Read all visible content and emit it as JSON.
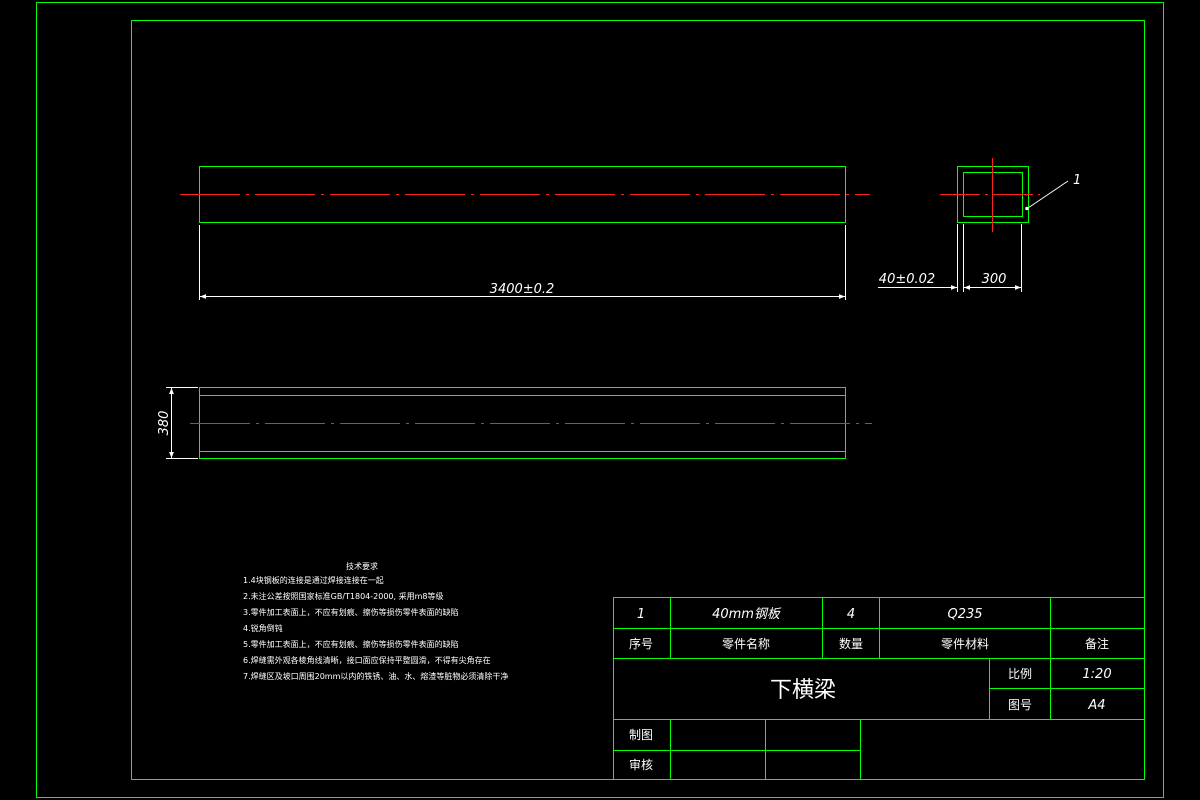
{
  "colors": {
    "background": "#000000",
    "frame": "#00ff00",
    "dimension": "#ffffff",
    "centerline": "#ff2020"
  },
  "dimensions": {
    "length": "3400±0.2",
    "height": "380",
    "thickness": "40±0.02",
    "width": "300",
    "balloon": "1"
  },
  "notes": {
    "title": "技术要求",
    "items": [
      "1.4块钢板的连接是通过焊接连接在一起",
      "2.未注公差按照国家标准GB/T1804-2000, 采用m8等级",
      "3.零件加工表面上，不应有划痕、擦伤等损伤零件表面的缺陷",
      "4.锐角倒钝",
      "5.零件加工表面上，不应有划痕、擦伤等损伤零件表面的缺陷",
      "6.焊缝需外观各棱角线清晰，接口面应保持平整圆滑，不得有尖角存在",
      "7.焊缝区及坡口周围20mm以内的铁锈、油、水、熔渣等脏物必须清除干净"
    ]
  },
  "parts_list": {
    "row": {
      "no": "1",
      "name": "40mm钢板",
      "qty": "4",
      "material": "Q235",
      "remark": ""
    },
    "headers": {
      "no": "序号",
      "name": "零件名称",
      "qty": "数量",
      "material": "零件材料",
      "remark": "备注"
    }
  },
  "title_block": {
    "title": "下横梁",
    "scale_label": "比例",
    "scale_value": "1:20",
    "drawing_no_label": "图号",
    "drawing_no_value": "A4",
    "drawn_label": "制图",
    "checked_label": "审核"
  }
}
